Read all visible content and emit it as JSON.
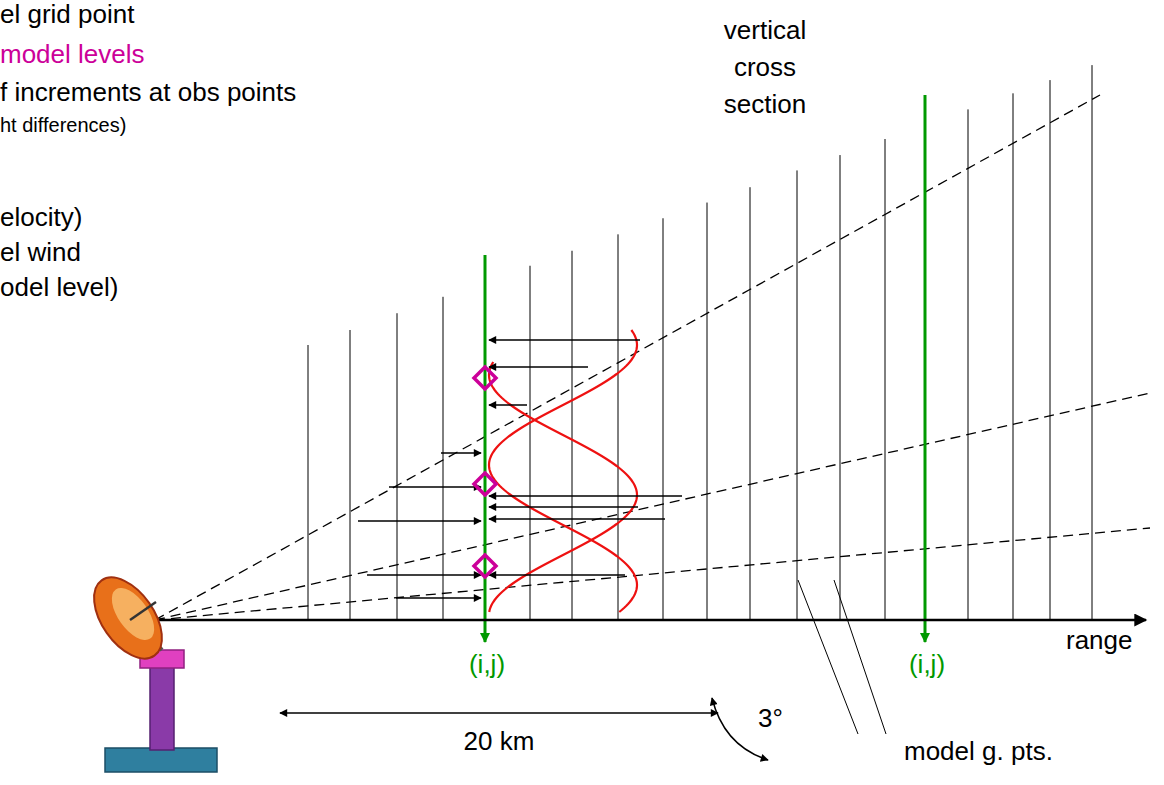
{
  "diagram": {
    "labels": [
      "el grid point",
      "model levels",
      "f increments at obs points",
      "ht differences)",
      "elocity)",
      "el wind",
      "odel level)",
      "vertical cross section",
      "range",
      "(i,j)",
      "(i,j)",
      "20 km",
      "3°",
      "model g. pts."
    ]
  }
}
